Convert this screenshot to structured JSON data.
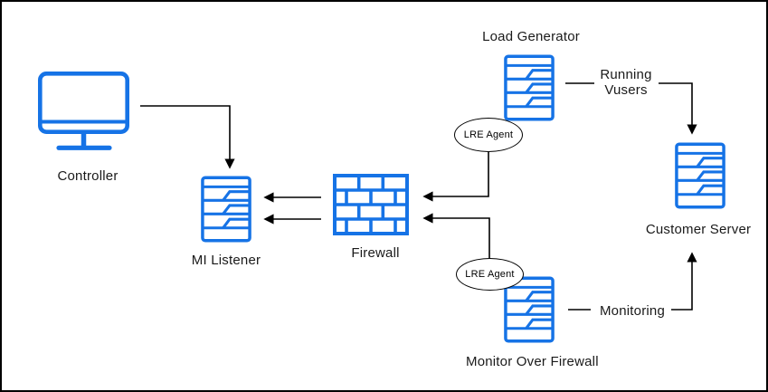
{
  "colors": {
    "node_accent": "#1673E6",
    "connector": "#000000",
    "background": "#FFFFFF",
    "frame_border": "#000000",
    "text": "#1A1A1A"
  },
  "nodes": {
    "controller": {
      "label": "Controller",
      "icon": "monitor-icon"
    },
    "mi_listener": {
      "label": "MI Listener",
      "icon": "server-icon"
    },
    "firewall": {
      "label": "Firewall",
      "icon": "firewall-brick-icon"
    },
    "load_generator": {
      "label": "Load Generator",
      "icon": "server-icon"
    },
    "customer_server": {
      "label": "Customer Server",
      "icon": "server-icon"
    },
    "monitor_over_firewall": {
      "label": "Monitor Over Firewall",
      "icon": "server-icon"
    },
    "lre_agent_top": {
      "label": "LRE Agent"
    },
    "lre_agent_bottom": {
      "label": "LRE Agent"
    }
  },
  "edge_labels": {
    "running_vusers": {
      "line1": "Running",
      "line2": "Vusers"
    },
    "monitoring": {
      "label": "Monitoring"
    }
  },
  "connections": [
    {
      "from": "Controller",
      "to": "MI Listener",
      "label": ""
    },
    {
      "from": "Load Generator",
      "to": "Customer Server",
      "label": "Running Vusers"
    },
    {
      "from": "LRE Agent (Load Generator)",
      "to": "Firewall",
      "label": ""
    },
    {
      "from": "LRE Agent (Monitor Over Firewall)",
      "to": "Firewall",
      "label": ""
    },
    {
      "from": "Firewall",
      "to": "MI Listener",
      "label": ""
    },
    {
      "from": "Firewall",
      "to": "MI Listener",
      "label": ""
    },
    {
      "from": "Monitor Over Firewall",
      "to": "Customer Server",
      "label": "Monitoring"
    }
  ]
}
